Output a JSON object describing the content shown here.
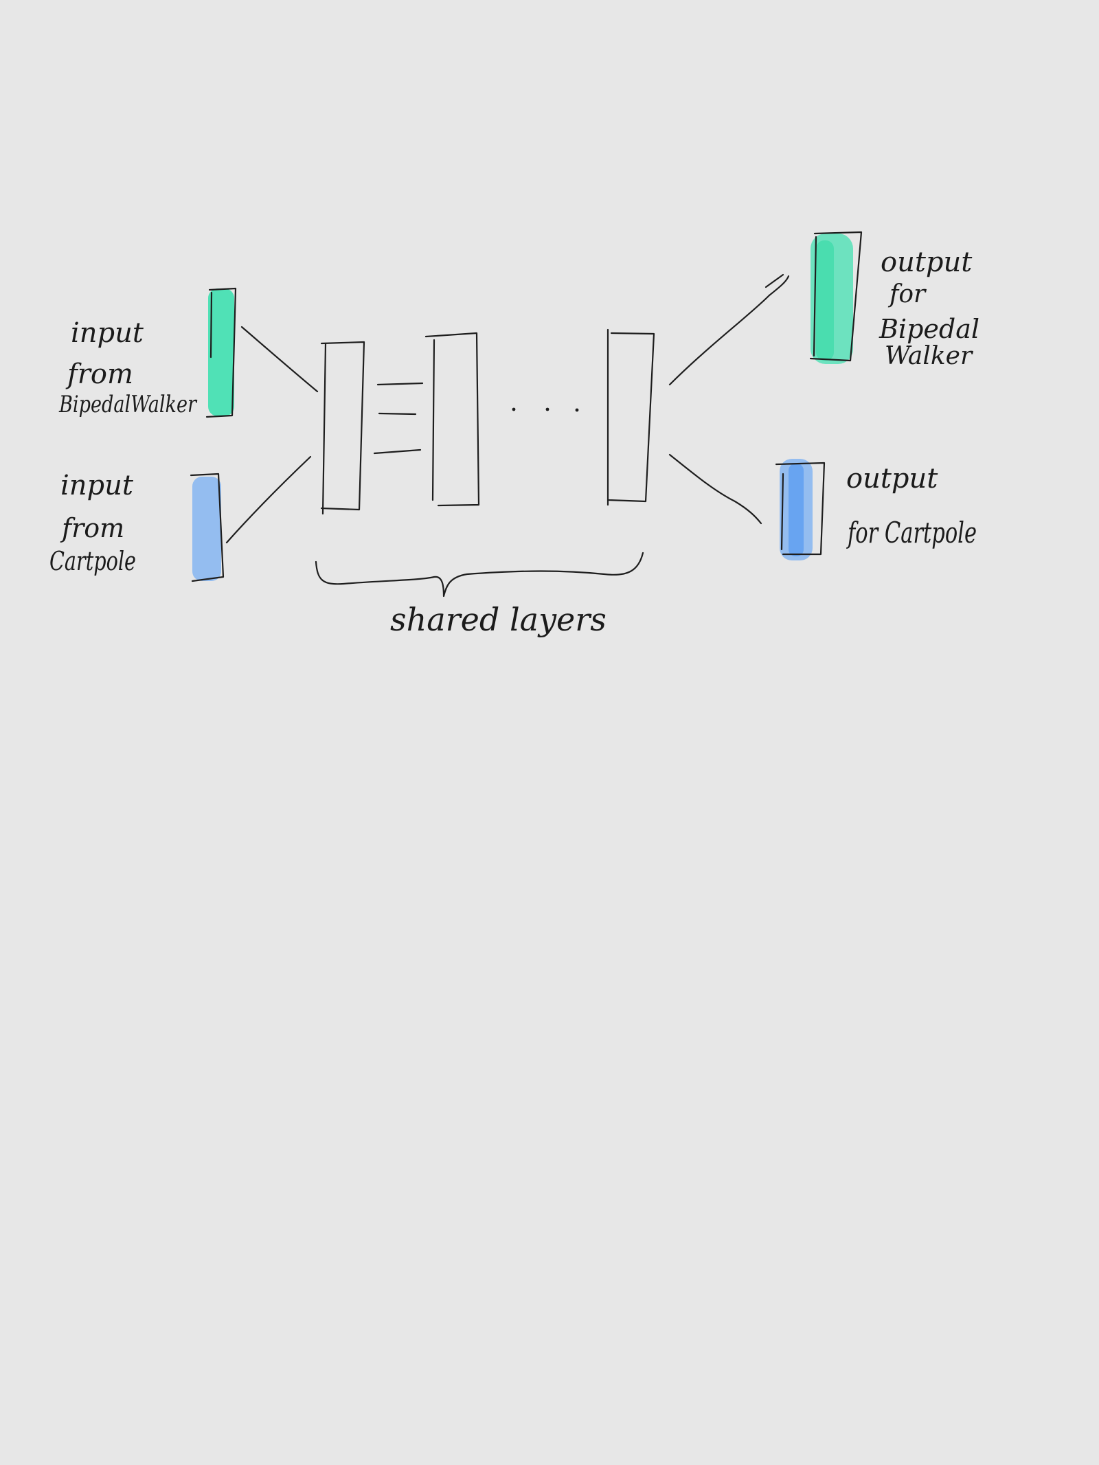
{
  "colors": {
    "background": "#e7e7e7",
    "ink": "#1e1e1e",
    "bipedal_fill": "#3fe0b0",
    "cartpole_fill": "#8fbaf0",
    "cartpole_output_fill": "#5a9cf2"
  },
  "labels": {
    "input_bipedal": [
      "input",
      "from",
      "BipedalWalker"
    ],
    "input_cartpole": [
      "input",
      "from",
      "Cartpole"
    ],
    "output_bipedal": [
      "output",
      "for",
      "Bipedal",
      "Walker"
    ],
    "output_cartpole": [
      "output",
      "for Cartpole"
    ],
    "shared": "shared layers",
    "ellipsis": ". . ."
  }
}
